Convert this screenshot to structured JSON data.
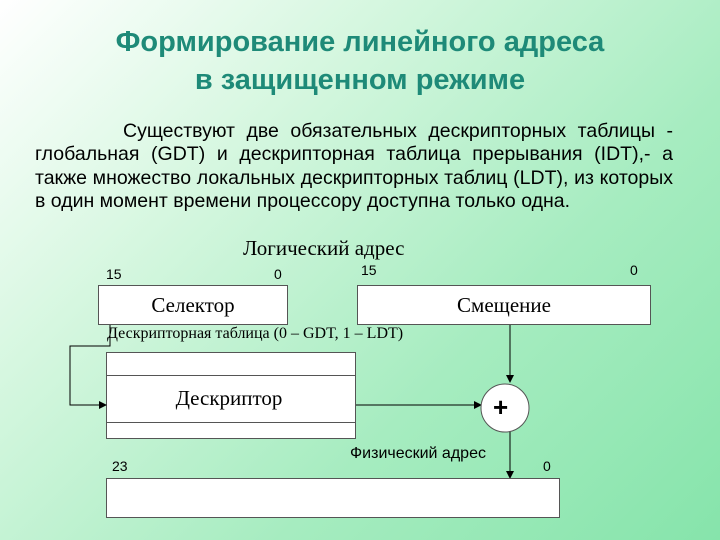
{
  "title": {
    "line1": "Формирование линейного адреса",
    "line2": "в защищенном режиме"
  },
  "paragraph": "Существуют две обязательных дескрипторных таблицы - глобальная (GDT) и дескрипторная таблица прерывания (IDT),- а также множество локальных дескрипторных таблиц (LDT), из которых в один момент времени процессору доступна только одна.",
  "diagram": {
    "logical_address_label": "Логический адрес",
    "selector": {
      "label": "Селектор",
      "bit_high": "15",
      "bit_low": "0"
    },
    "offset": {
      "label": "Смещение",
      "bit_high": "15",
      "bit_low": "0"
    },
    "descriptor_table_label": "Дескрипторная таблица (0 – GDT, 1 – LDT)",
    "descriptor_label": "Дескриптор",
    "adder_symbol": "+",
    "physical_address_label": "Физический адрес",
    "physical": {
      "bit_high": "23",
      "bit_low": "0"
    }
  },
  "colors": {
    "title": "#1e8a78",
    "background_start": "#ffffff",
    "background_end": "#86e4ab"
  }
}
